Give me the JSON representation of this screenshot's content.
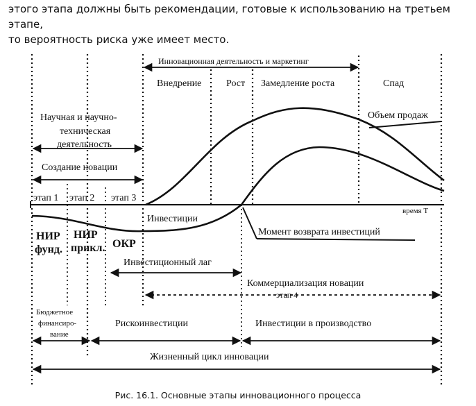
{
  "intro": {
    "line1": "этого этапа должны быть рекомендации, готовые к использованию на третьем этапе,",
    "line2": "то вероятность риска уже имеет место."
  },
  "diagram": {
    "top_span": "Инновационная деятельность и маркетинг",
    "phases": {
      "intro": "Внедрение",
      "growth": "Рост",
      "slowdown": "Замедление роста",
      "decline": "Спад"
    },
    "science_1": "Научная и научно-",
    "science_2": "техническая",
    "science_3": "деятельность",
    "creation": "Создание новации",
    "stage1": "этап 1",
    "stage2": "этап 2",
    "stage3": "этап 3",
    "axis_label": "время Т",
    "sales_volume": "Объем продаж",
    "investments": "Инвестиции",
    "payback_moment": "Момент возврата инвестиций",
    "nir1_a": "НИР",
    "nir1_b": "фунд.",
    "nir2_a": "НИР",
    "nir2_b": "прикл.",
    "okr": "ОКР",
    "invest_lag": "Инвестиционный лаг",
    "commercialization": "Коммерциализация новации",
    "stage4": "этап 4",
    "budget_1": "Бюджетное",
    "budget_2": "финансиро-",
    "budget_3": "вание",
    "risk_invest": "Рискоинвестиции",
    "prod_invest": "Инвестиции в производство",
    "lifecycle": "Жизненный цикл инновации"
  },
  "caption": "Рис. 16.1. Основные этапы инновационного процесса"
}
